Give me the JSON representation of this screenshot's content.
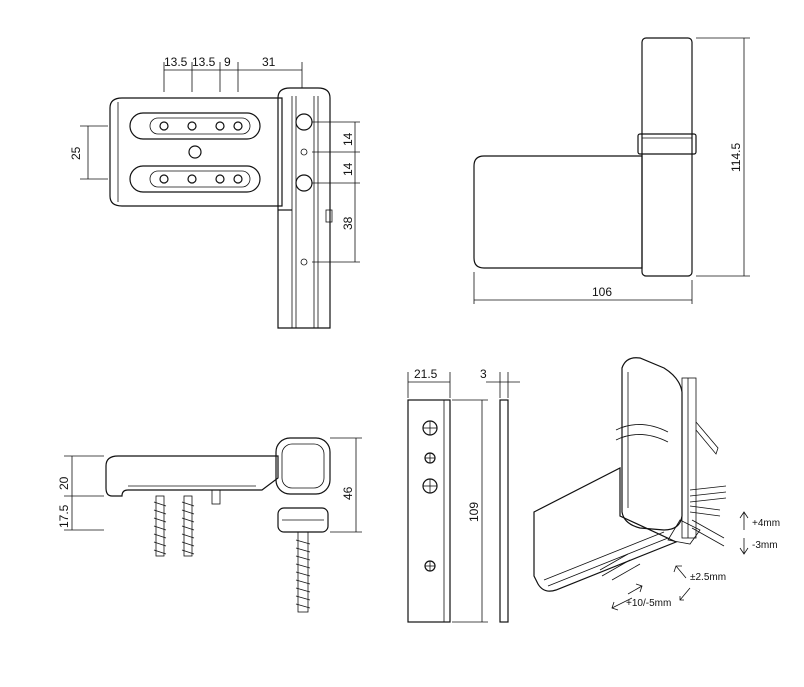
{
  "views": {
    "top_left": {
      "dim_top_1": "13.5",
      "dim_top_2": "13.5",
      "dim_top_3": "9",
      "dim_top_4": "31",
      "dim_left": "25",
      "dim_right_1": "14",
      "dim_right_2": "14",
      "dim_right_3": "38"
    },
    "top_right": {
      "dim_height": "114.5",
      "dim_width": "106"
    },
    "bottom_left": {
      "dim_a": "17.5",
      "dim_b": "20",
      "dim_c": "46"
    },
    "bottom_middle": {
      "dim_width": "21.5",
      "dim_thick": "3",
      "dim_length": "109"
    },
    "iso": {
      "adj_vertical_up": "+4mm",
      "adj_vertical_down": "-3mm",
      "adj_side": "±2.5mm",
      "adj_depth": "+10/-5mm"
    }
  }
}
